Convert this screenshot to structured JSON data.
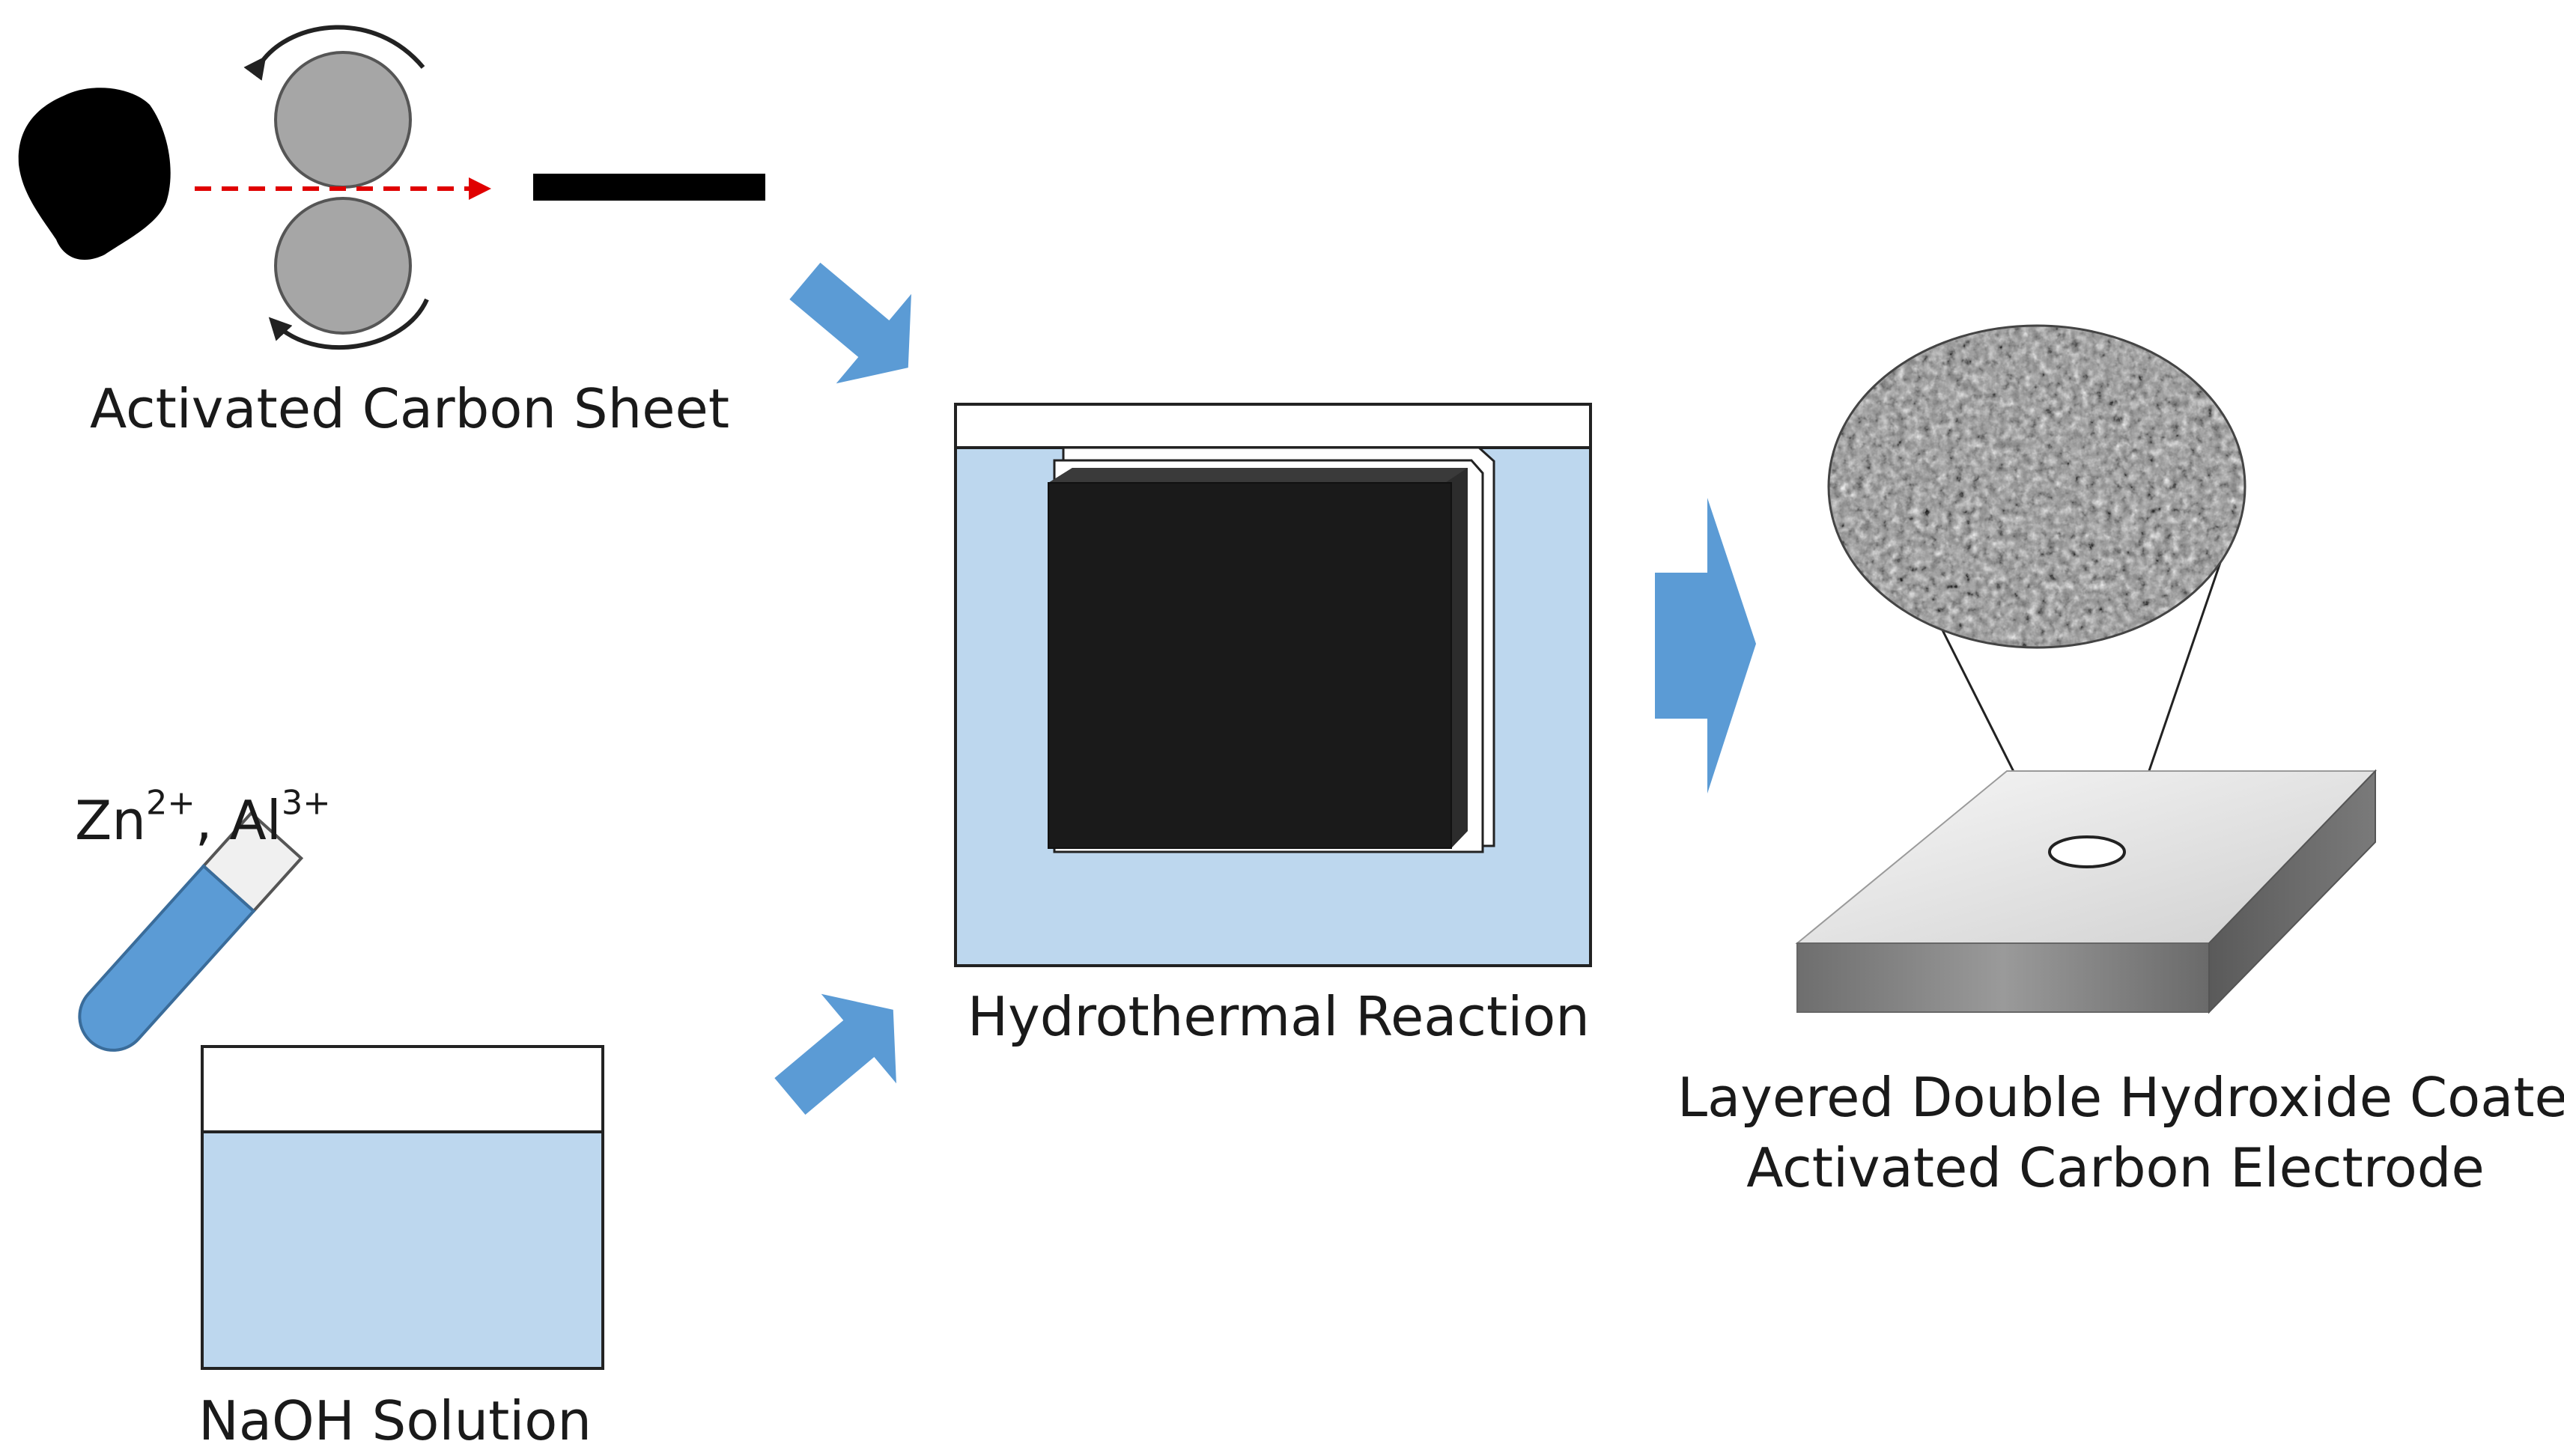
{
  "labels": {
    "activated_carbon_sheet": "Activated Carbon Sheet",
    "ions": {
      "zn": "Zn",
      "zn_charge": "2+",
      "separator": ", ",
      "al": "Al",
      "al_charge": "3+"
    },
    "naoh_solution": "NaOH Solution",
    "hydrothermal_reaction": "Hydrothermal Reaction",
    "product_line1": "Layered Double Hydroxide Coated",
    "product_line2": "Activated Carbon Electrode"
  },
  "colors": {
    "flow_arrow": "#5b9bd5",
    "solution_fill": "#bdd7ee",
    "carbon": "#000000",
    "carbon_sheet_face": "#1e1e1e",
    "roller": "#a6a6a6",
    "feed_arrow": "#e00000",
    "electrode_top": "#e6e6e6",
    "electrode_side": "#7f7f7f",
    "outline": "#222222"
  }
}
